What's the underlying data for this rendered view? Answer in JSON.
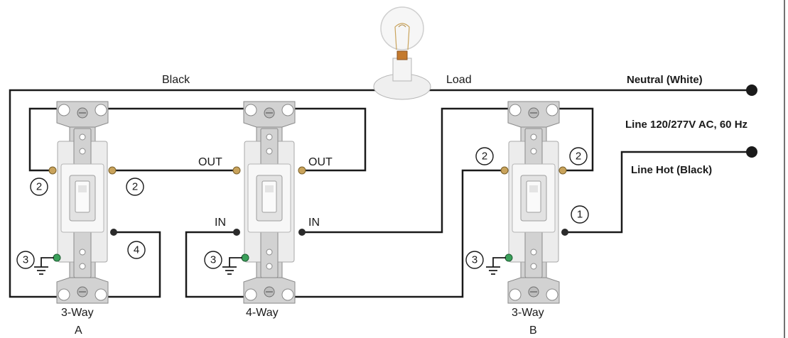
{
  "labels": {
    "black": "Black",
    "load": "Load",
    "neutral": "Neutral (White)",
    "line_spec": "Line 120/277V AC, 60 Hz",
    "line_hot": "Line Hot (Black)",
    "out_left": "OUT",
    "out_right": "OUT",
    "in_left": "IN",
    "in_right": "IN"
  },
  "switches": {
    "a": {
      "type": "3-Way",
      "letter": "A"
    },
    "mid": {
      "type": "4-Way"
    },
    "b": {
      "type": "3-Way",
      "letter": "B"
    }
  },
  "terminals": {
    "a_left": "2",
    "a_right": "2",
    "a_ground": "3",
    "a_common": "4",
    "mid_ground": "3",
    "b_left": "2",
    "b_right": "2",
    "b_ground": "3",
    "b_common": "1"
  },
  "colors": {
    "wire": "#1a1a1a",
    "brass_screw": "#c9a35b",
    "ground_screw": "#3aa05a"
  },
  "icons": [
    "light-bulb-icon",
    "ground-symbol-icon",
    "terminal-dot-icon"
  ]
}
